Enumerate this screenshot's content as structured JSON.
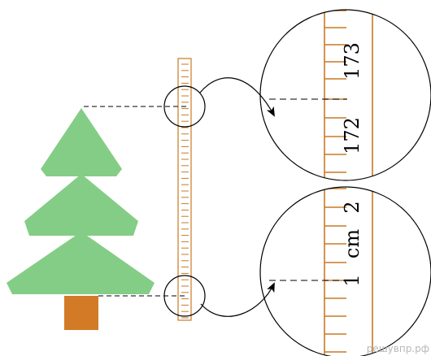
{
  "colors": {
    "tree": "#84cd86",
    "trunk": "#d27a25",
    "ruler": "#c97a24",
    "line": "#000000"
  },
  "icons": [
    "fir-tree-icon",
    "ruler-icon",
    "magnifier-circle-icon",
    "curved-arrow-icon"
  ],
  "zoom_top": {
    "label_upper": "173",
    "label_lower": "172"
  },
  "zoom_bottom": {
    "label_upper": "2",
    "unit": "cm",
    "label_lower": "1"
  },
  "watermark": "решувпр.рф"
}
